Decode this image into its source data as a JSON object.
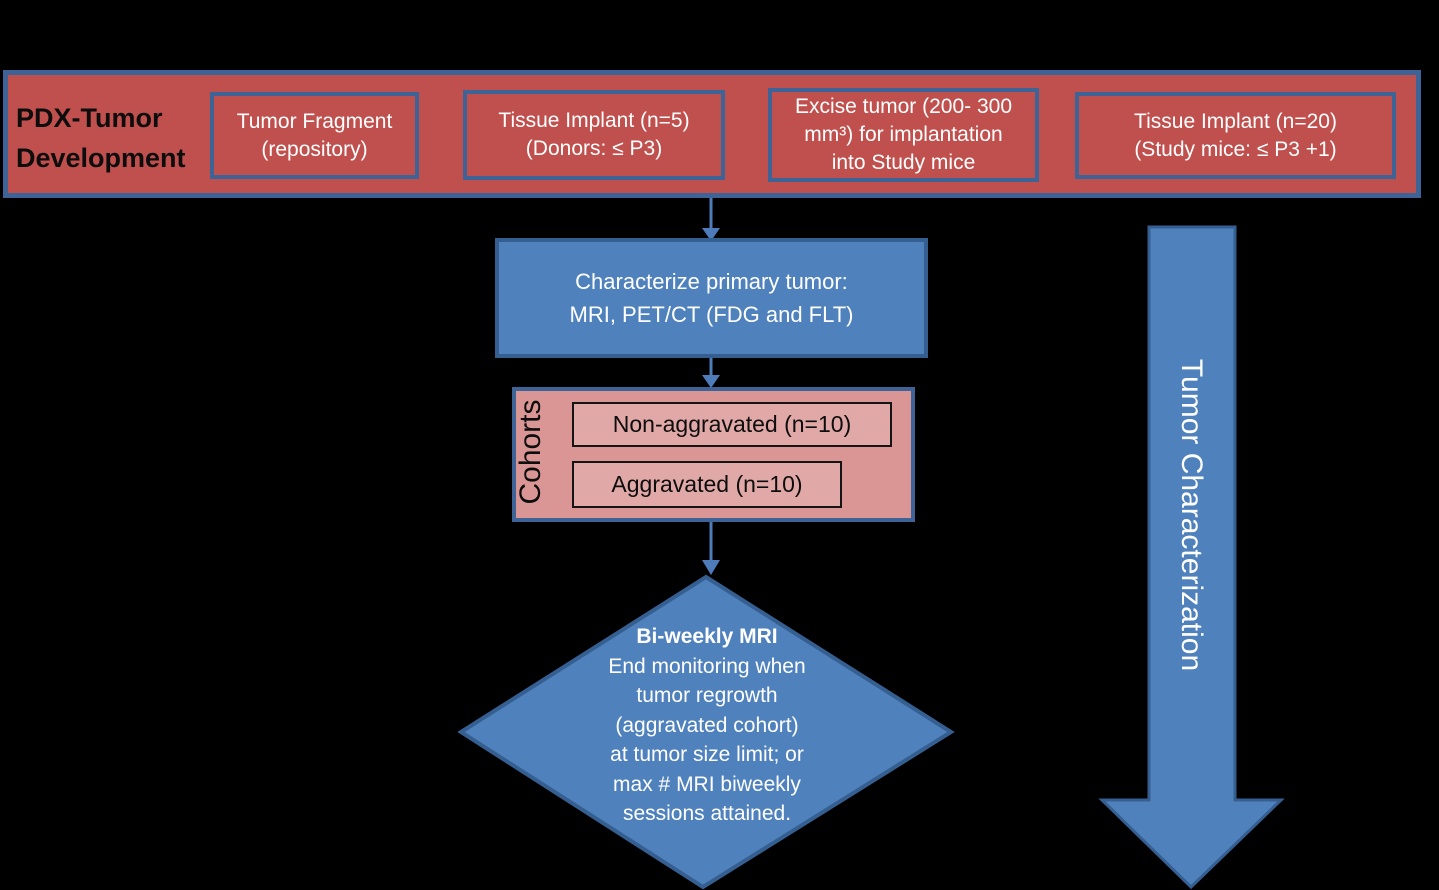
{
  "colors": {
    "background": "#000000",
    "banner_red_fill": "#C0504D",
    "cohorts_pink_fill": "#D99694",
    "cohort_item_pink_fill": "#E0A8A6",
    "process_blue_fill": "#4F81BD",
    "blue_border_dark": "#365F91",
    "steel_blue_border": "#3E6497",
    "connector_blue": "#4E7CBA",
    "text_white": "#FFFFFF",
    "text_black": "#000000"
  },
  "banner": {
    "title_lines": [
      "PDX-Tumor",
      "Development"
    ],
    "boxes": [
      {
        "lines": [
          "Tumor Fragment",
          "(repository)"
        ]
      },
      {
        "lines": [
          "Tissue Implant (n=5)",
          "(Donors: ≤ P3)"
        ]
      },
      {
        "lines": [
          "Excise tumor (200- 300",
          "mm³) for implantation",
          "into Study mice"
        ]
      },
      {
        "lines": [
          "Tissue Implant (n=20)",
          "(Study mice: ≤ P3 +1)"
        ]
      }
    ]
  },
  "characterize_box": {
    "lines": [
      "Characterize primary tumor:",
      "MRI, PET/CT (FDG and FLT)"
    ]
  },
  "cohorts_box": {
    "label": "Cohorts",
    "items": [
      "Non-aggravated (n=10)",
      "Aggravated (n=10)"
    ]
  },
  "decision_diamond": {
    "lines": [
      "Bi-weekly MRI",
      "End monitoring when",
      "tumor regrowth",
      "(aggravated cohort)",
      "at tumor size limit; or",
      "max # MRI biweekly",
      "sessions attained."
    ]
  },
  "side_arrow": {
    "label": "Tumor Characterization"
  }
}
